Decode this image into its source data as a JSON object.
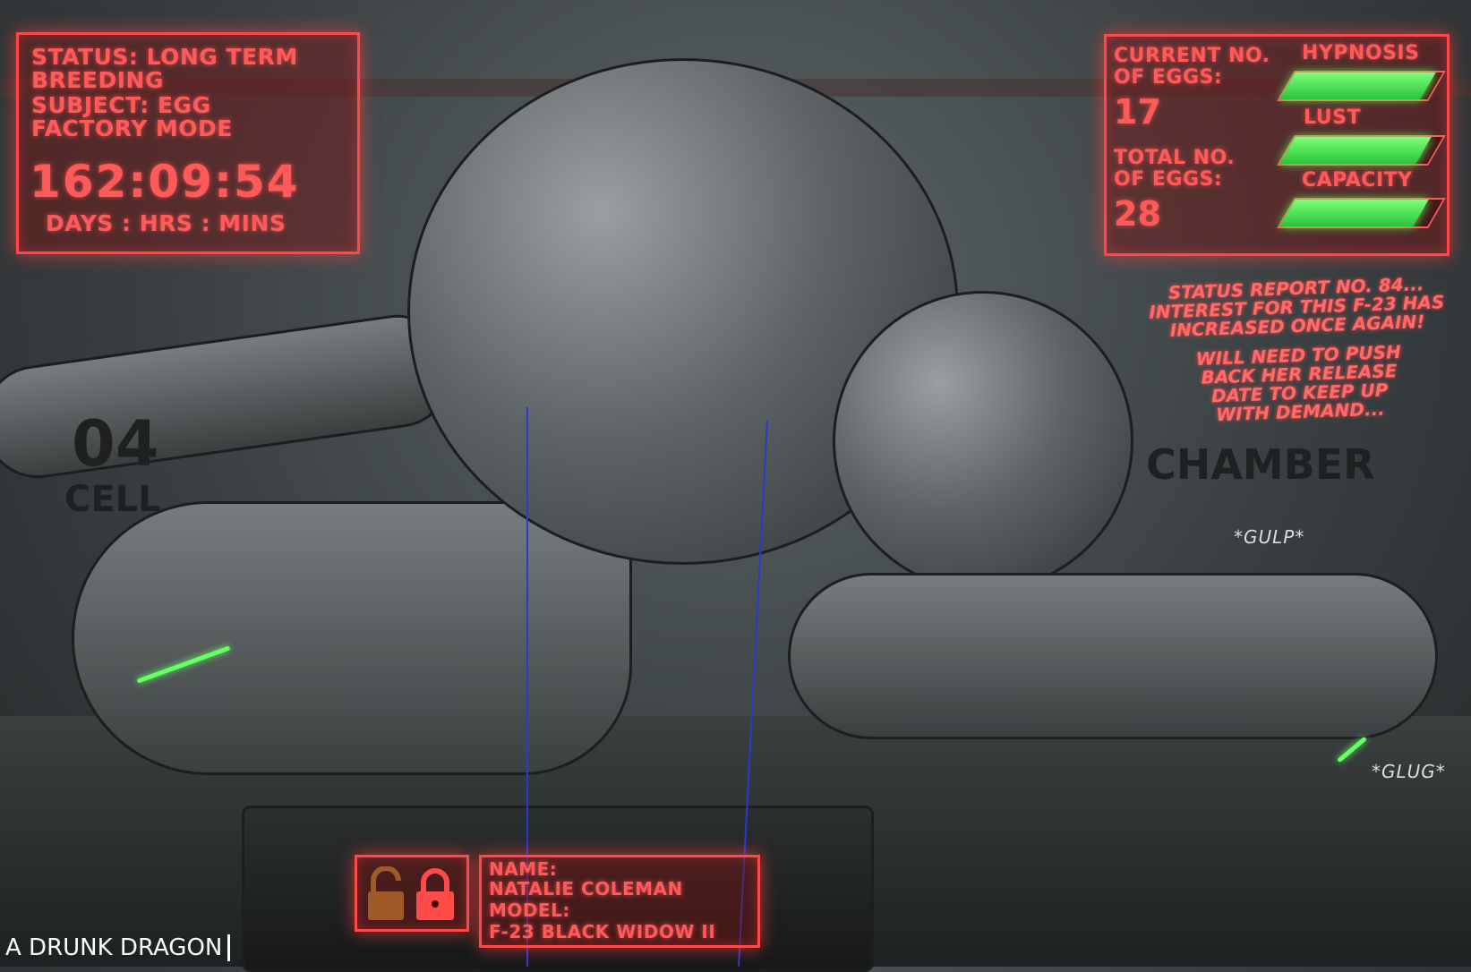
{
  "status_panel": {
    "status_line": "Status: Long term breeding",
    "subject_line": "Subject: Egg factory mode",
    "timer": "162:09:54",
    "timer_units": "Days : Hrs : Mins"
  },
  "stats_panel": {
    "current_label": "Current no. of eggs:",
    "current_value": "17",
    "total_label": "Total no. of eggs:",
    "total_value": "28",
    "gauges": [
      {
        "label": "Hypnosis",
        "level": 0.95
      },
      {
        "label": "Lust",
        "level": 0.92
      },
      {
        "label": "Capacity",
        "level": 0.9
      }
    ],
    "gauge_color": "#5fef5a"
  },
  "status_report": {
    "line1": "Status report no. 84...",
    "line2": "Interest for this F-23 has increased once again!",
    "line3": "Will need to push back her release date to keep up with demand..."
  },
  "id_panel": {
    "name_label": "Name:",
    "name_value": "Natalie Coleman",
    "model_label": "Model:",
    "model_value": "F-23 Black Widow II",
    "lock_icons": [
      "unlocked-padlock-icon",
      "locked-padlock-icon"
    ]
  },
  "wall": {
    "cell_number": "04",
    "cell_label": "Cell",
    "chamber_label": "Chamber"
  },
  "sfx": {
    "gulp": "*GULP*",
    "glug": "*GLUG*"
  },
  "watermark": "A Drunk Dragon",
  "accent_color": "#ff4848"
}
